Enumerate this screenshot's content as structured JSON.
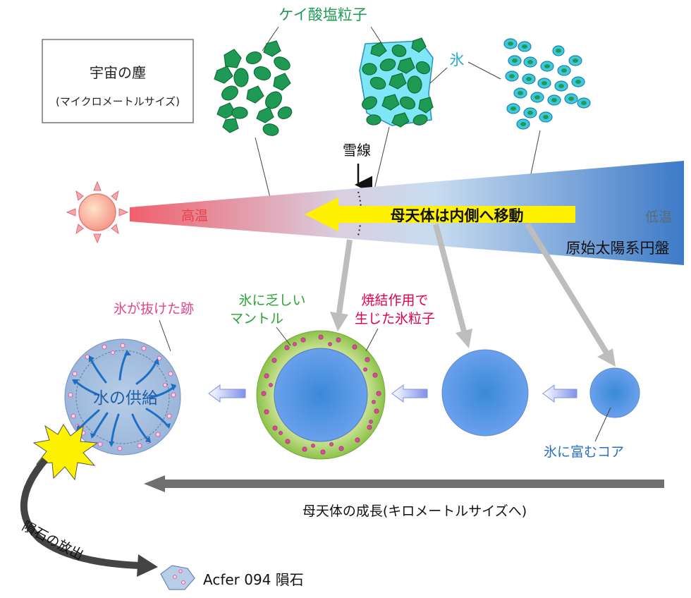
{
  "labels": {
    "cosmic_dust": "宇宙の塵",
    "cosmic_dust_size": "(マイクロメートルサイズ)",
    "silicate": "ケイ酸塩粒子",
    "ice": "氷",
    "snow_line": "雪線",
    "high_temp": "高温",
    "low_temp": "低温",
    "move_inward": "母天体は内側へ移動",
    "disk": "原始太陽系円盤",
    "ice_traces": "氷が抜けた跡",
    "ice_poor_mantle_1": "氷に乏しい",
    "ice_poor_mantle_2": "マントル",
    "sintered_1": "焼結作用で",
    "sintered_2": "生じた氷粒子",
    "water_supply": "水の供給",
    "ice_rich_core": "氷に富むコア",
    "growth": "母天体の成長(キロメートルサイズへ)",
    "ejection": "隕石の放出",
    "meteorite": "Acfer 094 隕石"
  },
  "colors": {
    "silicate_green": "#1f9a55",
    "ice_cyan": "#29a9d6",
    "hot_red": "#e8404a",
    "arrow_yellow": "#fff200",
    "pink_label": "#e4468a",
    "green_label": "#2aa535",
    "red_label": "#e0004d",
    "core_blue": "#2a6fc9"
  }
}
